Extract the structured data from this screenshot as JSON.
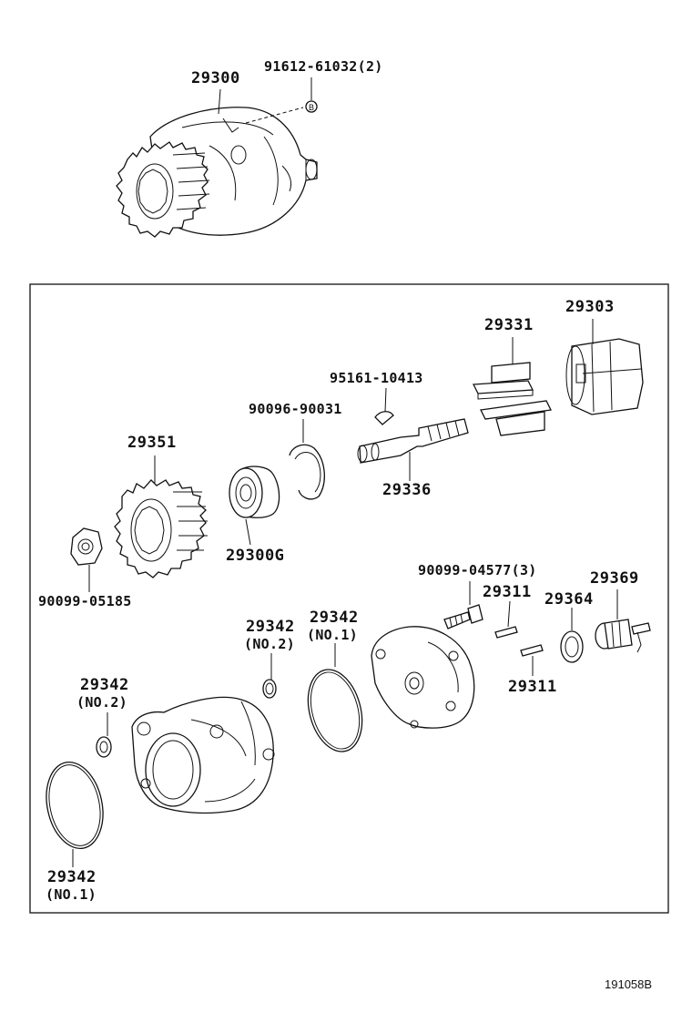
{
  "labels": {
    "p29300": "29300",
    "p91612": "91612-61032(2)",
    "p29331": "29331",
    "p29303": "29303",
    "p95161": "95161-10413",
    "p90096": "90096-90031",
    "p29351": "29351",
    "p29336": "29336",
    "p29300g": "29300G",
    "p90099a": "90099-05185",
    "p90099b": "90099-04577(3)",
    "p29311a": "29311",
    "p29364": "29364",
    "p29369": "29369",
    "p29342_no2a": "29342",
    "p29342_no2a_sub": "(NO.2)",
    "p29342_no1a": "29342",
    "p29342_no1a_sub": "(NO.1)",
    "p29342_no2b": "29342",
    "p29342_no2b_sub": "(NO.2)",
    "p29311b": "29311",
    "p29342_no1b": "29342",
    "p29342_no1b_sub": "(NO.1)",
    "ref_code": "191058B"
  },
  "marker_letter": "B"
}
